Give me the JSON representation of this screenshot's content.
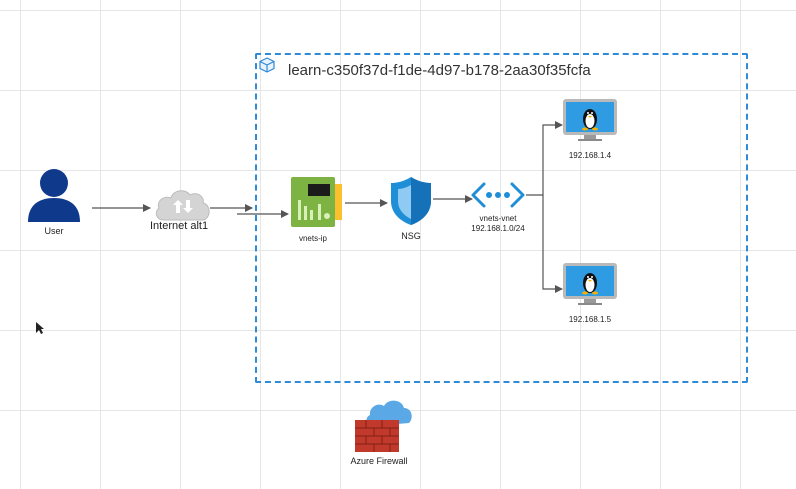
{
  "group": {
    "title": "learn-c350f37d-f1de-4d97-b178-2aa30f35fcfa"
  },
  "nodes": {
    "user": {
      "label": "User",
      "icon": "user-icon"
    },
    "internet": {
      "label": "Internet alt1",
      "icon": "cloud-icon"
    },
    "public_ip": {
      "label": "vnets-ip",
      "icon": "public-ip-icon"
    },
    "nsg": {
      "label": "NSG",
      "icon": "shield-icon"
    },
    "vnet": {
      "label": "vnets-vnet",
      "cidr": "192.168.1.0/24",
      "icon": "vnet-icon"
    },
    "vm1": {
      "label": "192.168.1.4",
      "icon": "linux-vm-icon"
    },
    "vm2": {
      "label": "192.168.1.5",
      "icon": "linux-vm-icon"
    },
    "firewall": {
      "label": "Azure Firewall",
      "icon": "firewall-icon"
    }
  },
  "colors": {
    "group_border": "#2f8ad8",
    "user": "#0f3a8c",
    "azure_blue": "#1e8fd6",
    "pcb_green": "#7cb342",
    "firewall_red": "#c0392b",
    "cloud_gray": "#cfcfcf",
    "wire": "#555555"
  }
}
